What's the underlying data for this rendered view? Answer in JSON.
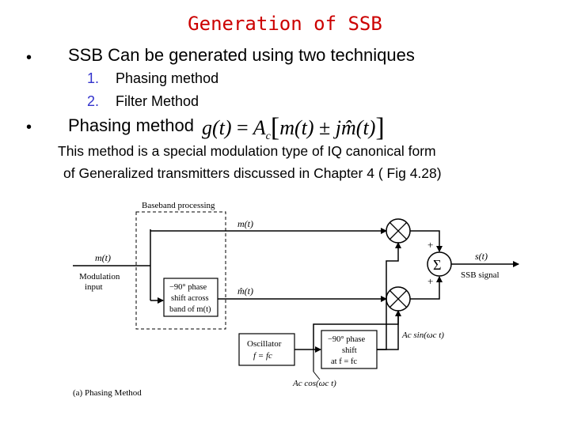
{
  "title": "Generation of SSB",
  "bullets": [
    {
      "marker": "•",
      "text": "SSB Can be generated using two techniques"
    },
    {
      "marker": "•",
      "text": "Phasing method"
    }
  ],
  "techniques": [
    {
      "number": "1.",
      "label": "Phasing method"
    },
    {
      "number": "2.",
      "label": "Filter Method"
    }
  ],
  "equation": {
    "lhs": "g(t)",
    "eq": "=",
    "amp": "A",
    "amp_sub": "c",
    "m": "m(t)",
    "pm": "±",
    "j": "j",
    "mhat": "m̂(t)"
  },
  "description": [
    "This method is a special modulation type of IQ canonical form",
    "of Generalized transmitters discussed in Chapter 4 ( Fig 4.28)"
  ],
  "diagram": {
    "baseband_label": "Baseband processing",
    "m_top": "m(t)",
    "m_input": "m(t)",
    "modulation_input": [
      "Modulation",
      "input"
    ],
    "phase_box": [
      "−90° phase",
      "shift across",
      "band of m(t)"
    ],
    "mhat_label": "m̂(t)",
    "plus_top": "+",
    "plus_bottom": "+",
    "sigma": "Σ",
    "output_st": "s(t)",
    "ssb_signal": "SSB signal",
    "carrier_sin": "Ac sin(ωc t)",
    "carrier_cos": "Ac cos(ωc t)",
    "oscillator": [
      "Oscillator",
      "f = fc"
    ],
    "phase_shift_box": [
      "−90° phase",
      "shift",
      "at f = fc"
    ],
    "caption": "(a) Phasing Method"
  }
}
